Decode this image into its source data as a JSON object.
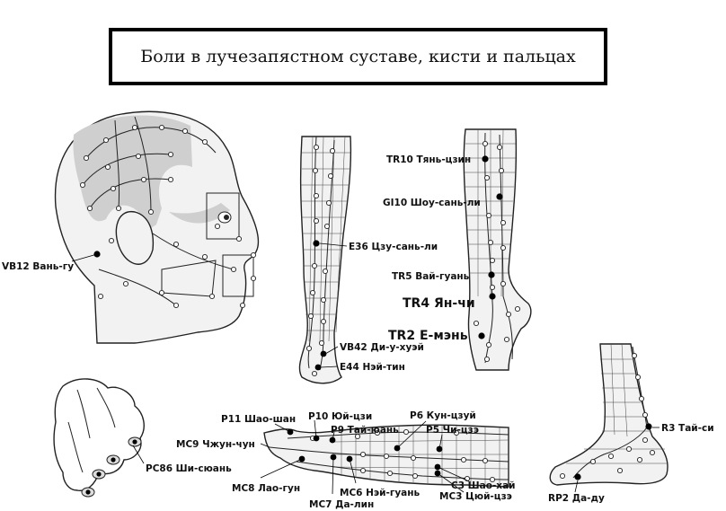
{
  "title": "Боли в лучезапястном суставе, кисти и пальцах",
  "head": {
    "points": [
      {
        "label": "VB12 Вань-гу"
      }
    ]
  },
  "leg": {
    "points": [
      {
        "label": "E36 Цзу-сань-ли"
      },
      {
        "label": "VB42 Ди-у-хуэй"
      },
      {
        "label": "E44 Нэй-тин"
      }
    ]
  },
  "forearm_back": {
    "points": [
      {
        "label": "TR10 Тянь-цзин"
      },
      {
        "label": "GI10 Шоу-сань-ли"
      },
      {
        "label": "TR5 Вай-гуань"
      },
      {
        "label": "TR4 Ян-чи"
      },
      {
        "label": "TR2 Е-мэнь"
      }
    ]
  },
  "hand": {
    "points": [
      {
        "label": "PC86 Ши-сюань"
      }
    ]
  },
  "forearm_front": {
    "points": [
      {
        "label": "P11 Шао-шан"
      },
      {
        "label": "P10 Юй-цзи"
      },
      {
        "label": "P9 Тай-юань"
      },
      {
        "label": "P6 Кун-цзуй"
      },
      {
        "label": "P5 Чи-цзэ"
      },
      {
        "label": "MC9 Чжун-чун"
      },
      {
        "label": "MC8 Лао-гун"
      },
      {
        "label": "MC7 Да-лин"
      },
      {
        "label": "MC6 Нэй-гуань"
      },
      {
        "label": "C3 Шао-хай"
      },
      {
        "label": "MC3 Цюй-цзэ"
      }
    ]
  },
  "foot": {
    "points": [
      {
        "label": "R3 Тай-си"
      },
      {
        "label": "RP2 Да-ду"
      }
    ]
  }
}
